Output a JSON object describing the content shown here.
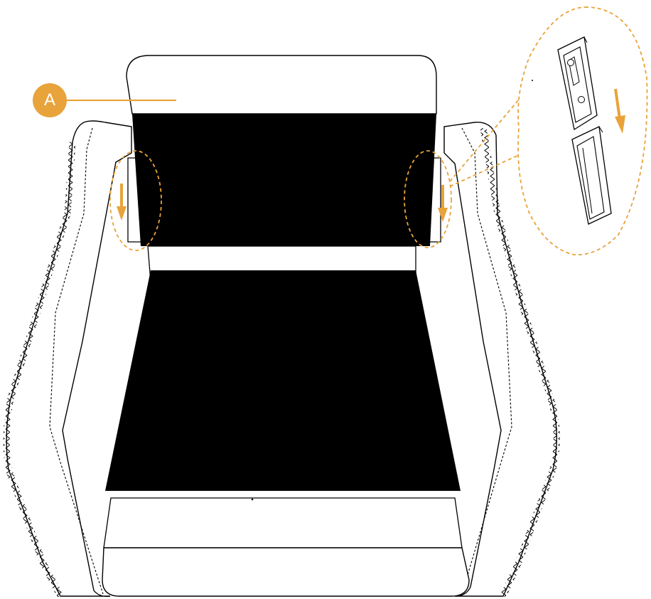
{
  "callout": {
    "label": "A"
  },
  "colors": {
    "accent": "#E8A33A",
    "outline": "#000000",
    "background": "#ffffff"
  },
  "icons": {
    "callout_badge": "letter-badge",
    "arrow": "down-arrow-icon",
    "zoom": "dashed-ellipse"
  }
}
